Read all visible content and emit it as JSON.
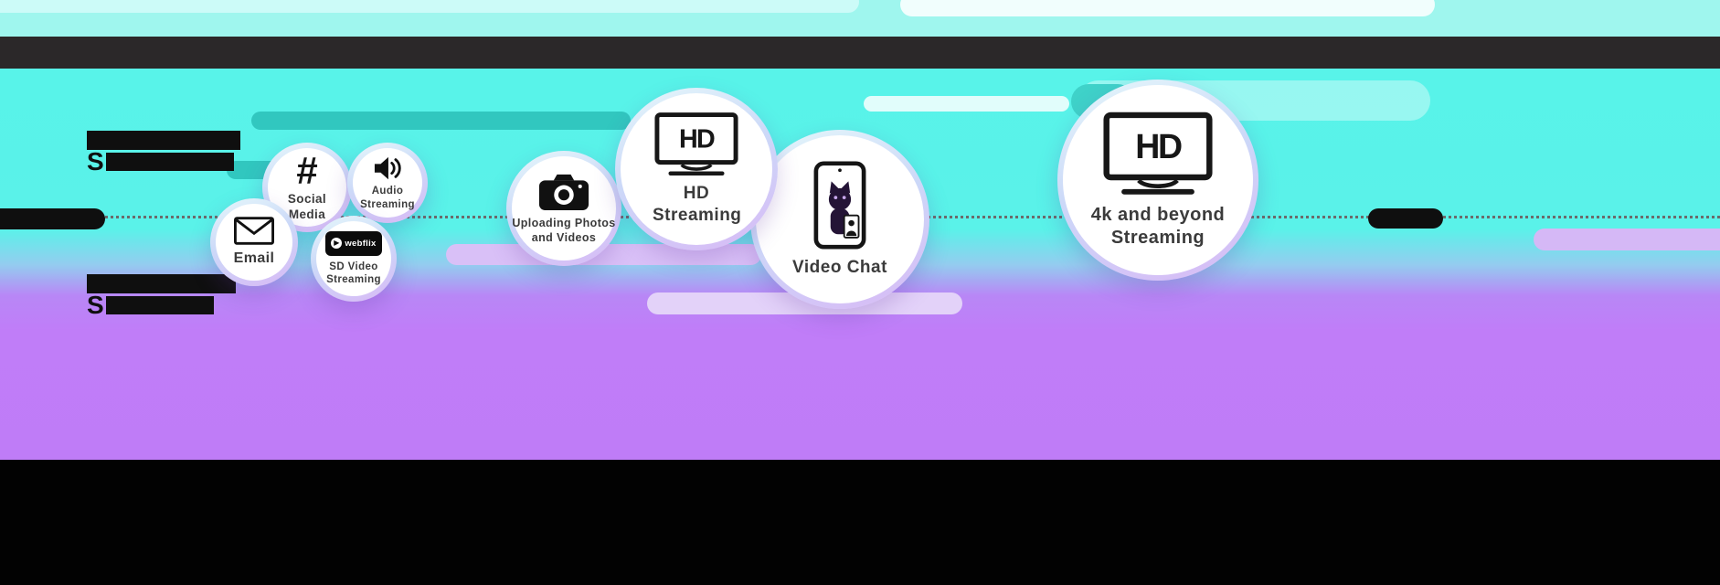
{
  "colors": {
    "cyan_band": "#57f2e8",
    "purple_band": "#c07df8",
    "top_strip": "#9ff6ee",
    "dark_bar": "#2b2829",
    "footer": "#020202",
    "teal_capsule": "#31c7bf",
    "lavender_capsule": "#d9c0f7"
  },
  "icons": {
    "hash": "#",
    "webflix_play": "▶"
  },
  "bubbles": [
    {
      "label": "Email"
    },
    {
      "label": "Social Media"
    },
    {
      "label": "Audio Streaming"
    },
    {
      "label": "SD Video Streaming",
      "badge": "webflix"
    },
    {
      "label": "Uploading Photos and Videos"
    },
    {
      "label": "HD Streaming",
      "screen_text": "HD"
    },
    {
      "label": "Video Chat"
    },
    {
      "label": "4k and beyond Streaming",
      "screen_text": "HD"
    }
  ],
  "redacted_text": {
    "cyan_block_initial": "S",
    "purple_block_initial": "S"
  }
}
